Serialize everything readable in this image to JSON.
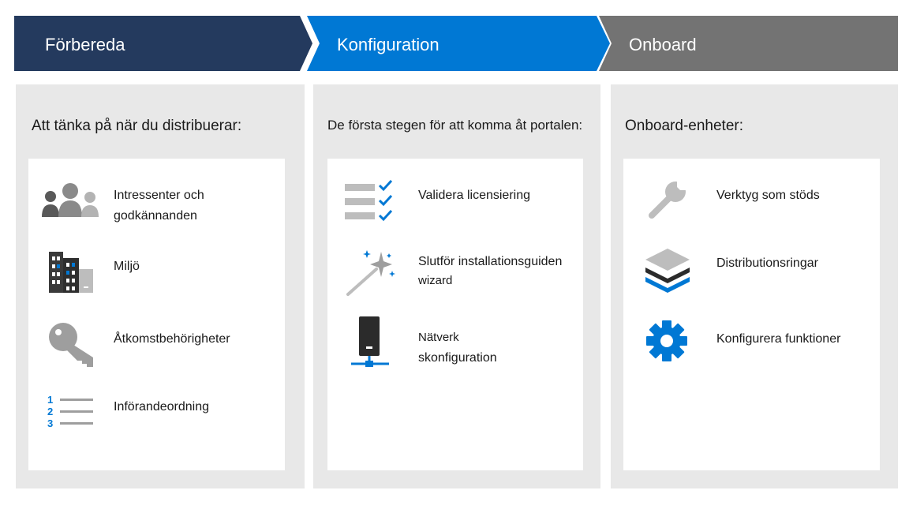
{
  "stages": [
    {
      "label": "Förbereda",
      "color": "#243a5e"
    },
    {
      "label": "Konfiguration",
      "color": "#0078d4"
    },
    {
      "label": "Onboard",
      "color": "#737373"
    }
  ],
  "panels": [
    {
      "heading": "Att tänka på när du distribuerar:",
      "items": [
        {
          "icon": "people-icon",
          "line1": "Intressenter och",
          "line2": "godkännanden"
        },
        {
          "icon": "buildings-icon",
          "line1": "Miljö",
          "line2": ""
        },
        {
          "icon": "key-icon",
          "line1": "Åtkomstbehörigheter",
          "line2": ""
        },
        {
          "icon": "numbered-list-icon",
          "line1": "Införandeordning",
          "line2": ""
        }
      ]
    },
    {
      "heading": "De första stegen för att komma åt portalen:",
      "items": [
        {
          "icon": "checklist-icon",
          "line1": "Validera licensiering",
          "line2": ""
        },
        {
          "icon": "magic-wand-icon",
          "line1": "Slutför installationsguiden",
          "line2": "wizard"
        },
        {
          "icon": "network-device-icon",
          "line1": "Nätverk",
          "line2": "skonfiguration"
        }
      ]
    },
    {
      "heading": "Onboard-enheter:",
      "items": [
        {
          "icon": "wrench-icon",
          "line1": "Verktyg som stöds",
          "line2": ""
        },
        {
          "icon": "layers-icon",
          "line1": "Distributionsringar",
          "line2": ""
        },
        {
          "icon": "gear-icon",
          "line1": "Konfigurera funktioner",
          "line2": ""
        }
      ]
    }
  ]
}
